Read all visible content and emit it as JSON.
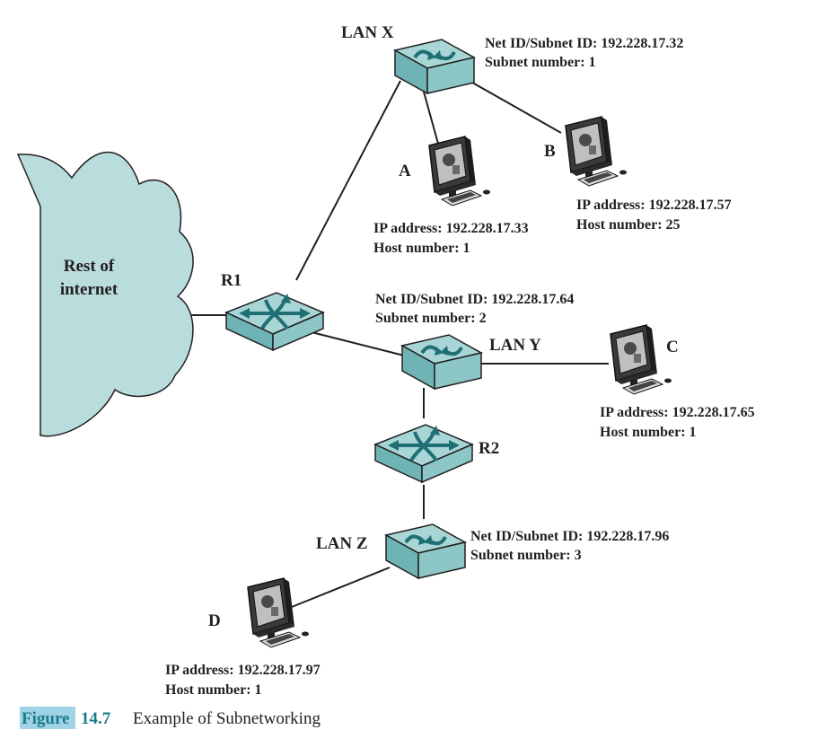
{
  "cloud": {
    "label_line1": "Rest of",
    "label_line2": "internet"
  },
  "routers": {
    "r1": "R1",
    "r2": "R2"
  },
  "lans": {
    "x": {
      "name": "LAN X",
      "net_line": "Net ID/Subnet ID: 192.228.17.32",
      "subnet_line": "Subnet number: 1"
    },
    "y": {
      "name": "LAN Y",
      "net_line": "Net ID/Subnet ID: 192.228.17.64",
      "subnet_line": "Subnet number: 2"
    },
    "z": {
      "name": "LAN Z",
      "net_line": "Net ID/Subnet ID: 192.228.17.96",
      "subnet_line": "Subnet number: 3"
    }
  },
  "hosts": {
    "a": {
      "name": "A",
      "ip_line": "IP address: 192.228.17.33",
      "host_line": "Host number: 1"
    },
    "b": {
      "name": "B",
      "ip_line": "IP address: 192.228.17.57",
      "host_line": "Host number: 25"
    },
    "c": {
      "name": "C",
      "ip_line": "IP address: 192.228.17.65",
      "host_line": "Host number: 1"
    },
    "d": {
      "name": "D",
      "ip_line": "IP address: 192.228.17.97",
      "host_line": "Host number: 1"
    }
  },
  "caption": {
    "label": "Figure",
    "number": "14.7",
    "text": "Example of Subnetworking"
  },
  "colors": {
    "cloud_fill": "#b9dcdc",
    "device_top": "#a8d6d6",
    "device_side": "#6fb4b4",
    "arrow": "#1f6f74",
    "caption_highlight": "#9fd3e6",
    "caption_number": "#1c7c8c"
  }
}
